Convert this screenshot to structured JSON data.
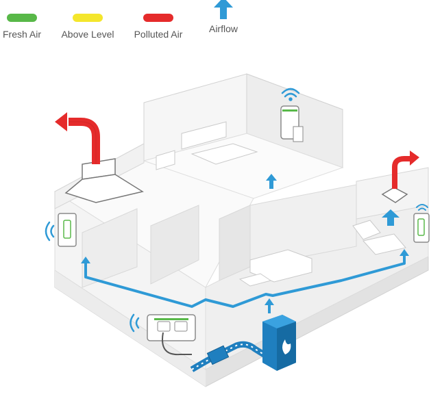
{
  "legend": {
    "fresh_air": {
      "label": "Fresh Air",
      "color": "#58b848"
    },
    "above_level": {
      "label": "Above Level",
      "color": "#f4e62c"
    },
    "polluted_air": {
      "label": "Polluted Air",
      "color": "#e52b2b"
    },
    "airflow": {
      "label": "Airflow",
      "color": "#2f9ad6",
      "icon": "up-arrow-icon"
    }
  },
  "colors": {
    "wall": "#f3f3f3",
    "wall_shade": "#e6e6e6",
    "edge": "#d2d2d2",
    "duct": "#2f9ad6",
    "exhaust": "#e52b2b",
    "furnace": "#1f7fbf",
    "device_outline": "#8a8a8a",
    "signal": "#2f9ad6",
    "sensor_led": "#58b848"
  }
}
